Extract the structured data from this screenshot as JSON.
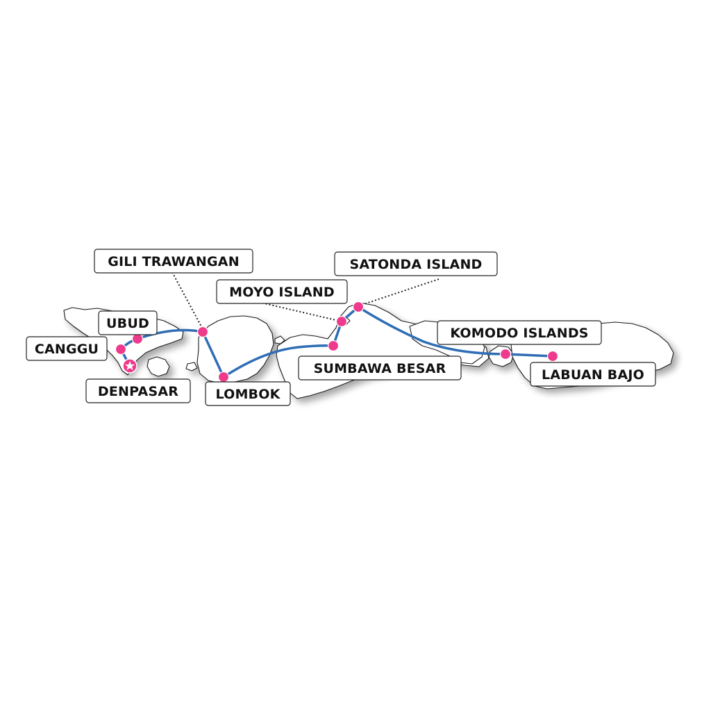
{
  "map": {
    "route_color": "#2f6db5",
    "stop_color": "#ee3a8c",
    "start_icon": "star-icon",
    "locations": [
      {
        "id": "canggu",
        "label": "CANGGU"
      },
      {
        "id": "ubud",
        "label": "UBUD"
      },
      {
        "id": "denpasar",
        "label": "DENPASAR",
        "start": true
      },
      {
        "id": "gili-trawangan",
        "label": "GILI TRAWANGAN"
      },
      {
        "id": "lombok",
        "label": "LOMBOK"
      },
      {
        "id": "moyo-island",
        "label": "MOYO ISLAND"
      },
      {
        "id": "satonda-island",
        "label": "SATONDA ISLAND"
      },
      {
        "id": "sumbawa-besar",
        "label": "SUMBAWA BESAR"
      },
      {
        "id": "komodo-islands",
        "label": "KOMODO ISLANDS"
      },
      {
        "id": "labuan-bajo",
        "label": "LABUAN BAJO"
      }
    ]
  }
}
